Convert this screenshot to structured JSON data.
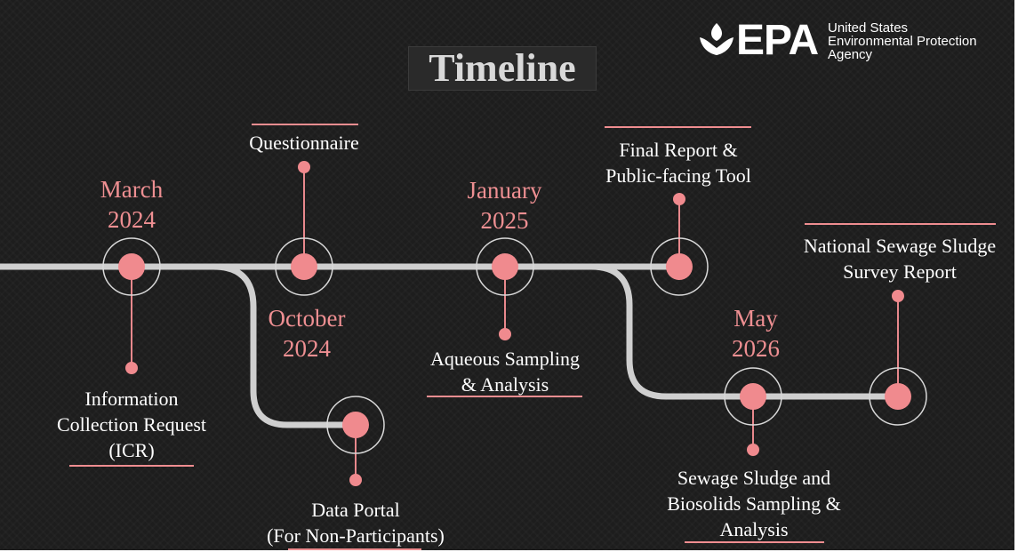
{
  "title": "Timeline",
  "logo": {
    "letters": "EPA",
    "lines": [
      "United States",
      "Environmental Protection",
      "Agency"
    ]
  },
  "colors": {
    "background": "#1d1d1d",
    "track": "#cfcfcf",
    "accent": "#f08a8e",
    "text": "#ffffff"
  },
  "milestones": [
    {
      "id": "march-2024",
      "date": [
        "March",
        "2024"
      ],
      "label": [
        "Information",
        "Collection Request",
        "(ICR)"
      ]
    },
    {
      "id": "questionnaire",
      "label": [
        "Questionnaire"
      ]
    },
    {
      "id": "october-2024",
      "date": [
        "October",
        "2024"
      ],
      "label": [
        "Data Portal",
        "(For Non-Participants)"
      ]
    },
    {
      "id": "january-2025",
      "date": [
        "January",
        "2025"
      ],
      "label": [
        "Aqueous Sampling",
        "& Analysis"
      ]
    },
    {
      "id": "final-report",
      "label": [
        "Final Report &",
        "Public-facing Tool"
      ]
    },
    {
      "id": "may-2026",
      "date": [
        "May",
        "2026"
      ],
      "label": [
        "Sewage Sludge and",
        "Biosolids Sampling &",
        "Analysis"
      ]
    },
    {
      "id": "survey-report",
      "label": [
        "National Sewage Sludge",
        "Survey Report"
      ]
    }
  ]
}
